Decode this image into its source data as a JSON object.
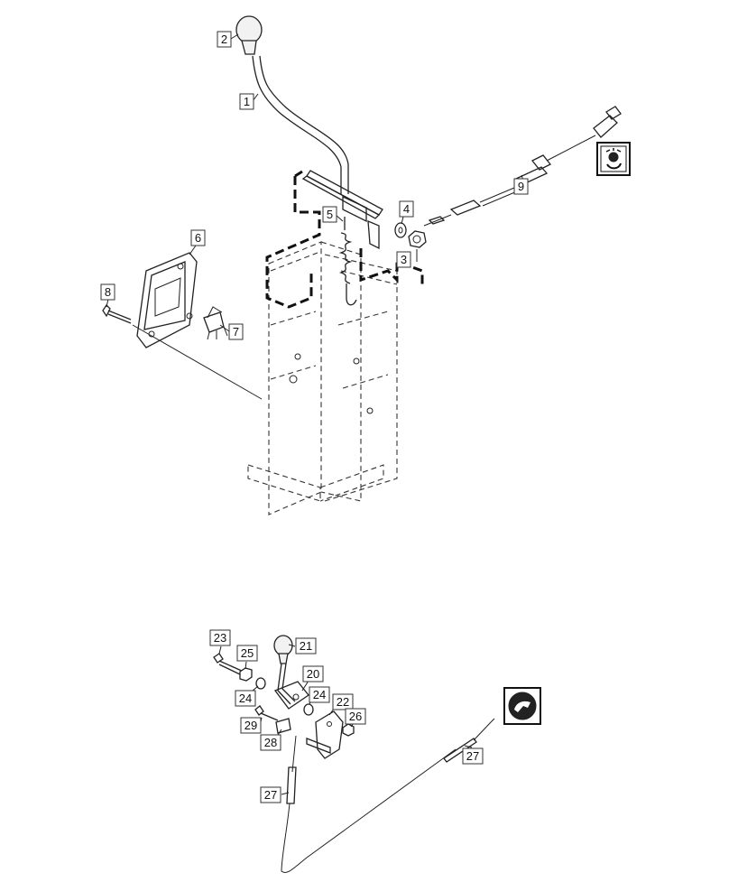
{
  "colors": {
    "line": "#222222",
    "background": "#ffffff",
    "symbol_fill": "#111111"
  },
  "upper_assembly": {
    "callouts": [
      {
        "label": "1"
      },
      {
        "label": "2"
      },
      {
        "label": "3"
      },
      {
        "label": "4"
      },
      {
        "label": "5"
      },
      {
        "label": "6"
      },
      {
        "label": "7"
      },
      {
        "label": "8"
      },
      {
        "label": "9"
      }
    ],
    "symbol_icon": "pto-engage-icon"
  },
  "lower_assembly": {
    "callouts": [
      {
        "label": "20"
      },
      {
        "label": "21"
      },
      {
        "label": "22"
      },
      {
        "label": "23"
      },
      {
        "label": "24"
      },
      {
        "label": "24"
      },
      {
        "label": "25"
      },
      {
        "label": "26"
      },
      {
        "label": "27"
      },
      {
        "label": "27"
      },
      {
        "label": "28"
      },
      {
        "label": "29"
      }
    ],
    "symbol_icon": "throttle-speed-icon"
  }
}
